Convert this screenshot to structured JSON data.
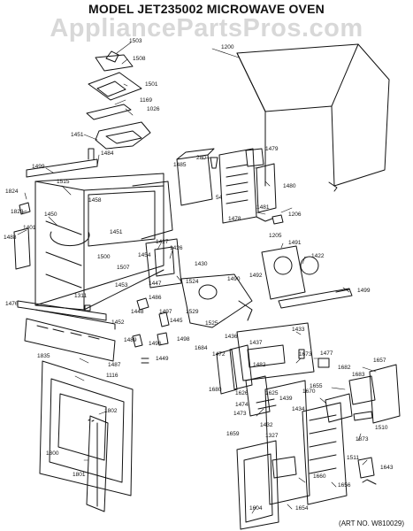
{
  "header": {
    "title": "MODEL JET235002  MICROWAVE OVEN"
  },
  "watermark": {
    "text": "AppliancePartsPros.com"
  },
  "footer": {
    "art_no": "(ART NO. W810029)"
  },
  "part_labels": [
    "1503",
    "1508",
    "1501",
    "1169",
    "1026",
    "1451",
    "1484",
    "1499",
    "1515",
    "1824",
    "1823",
    "1401",
    "1488",
    "1450",
    "1458",
    "1451",
    "1500",
    "1507",
    "1453",
    "1311",
    "1454",
    "1447",
    "1427",
    "1426",
    "1430",
    "1524",
    "1529",
    "1486",
    "1448",
    "1497",
    "1445",
    "1476",
    "1452",
    "1489",
    "1496",
    "1498",
    "1449",
    "1835",
    "1487",
    "1116",
    "1200",
    "1479",
    "280",
    "1485",
    "54",
    "1480",
    "1478",
    "1481",
    "1206",
    "1205",
    "1491",
    "1422",
    "1499",
    "1490",
    "1492",
    "1525",
    "1684",
    "1436",
    "1437",
    "1433",
    "1472",
    "1482",
    "1680",
    "1626",
    "1673",
    "1474",
    "1477",
    "1473",
    "1625",
    "1432",
    "1327",
    "1439",
    "1682",
    "1683",
    "1657",
    "1655",
    "1670",
    "1434",
    "1510",
    "1659",
    "1873",
    "1511",
    "1643",
    "1800",
    "1802",
    "1801",
    "1604",
    "1654",
    "1660",
    "1656"
  ]
}
